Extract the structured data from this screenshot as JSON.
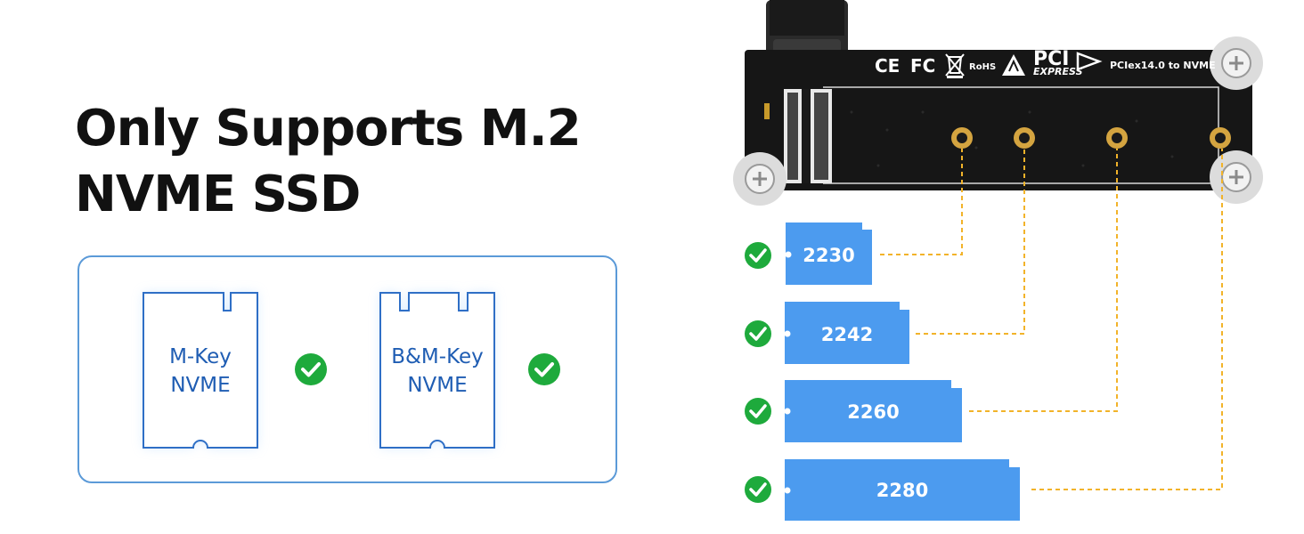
{
  "headline": "Only Supports M.2 NVME SSD",
  "compat": {
    "cards": [
      {
        "line1": "M-Key",
        "line2": "NVME",
        "supported": true
      },
      {
        "line1": "B&M-Key",
        "line2": "NVME",
        "supported": true
      }
    ]
  },
  "board": {
    "cert_ce": "CE",
    "cert_fc": "FC",
    "cert_rohs": "RoHS",
    "pci_top": "PCI",
    "pci_bottom": "EXPRESS",
    "model": "PCIex14.0 to NVME"
  },
  "ssd_sizes": [
    {
      "label": "2230",
      "supported": true
    },
    {
      "label": "2242",
      "supported": true
    },
    {
      "label": "2260",
      "supported": true
    },
    {
      "label": "2280",
      "supported": true
    }
  ],
  "colors": {
    "accent_blue": "#4c9bef",
    "check_green": "#1eaa3c",
    "leader_orange": "#f2b32a",
    "card_border": "#2f6fc6",
    "pcb": "#161616"
  }
}
